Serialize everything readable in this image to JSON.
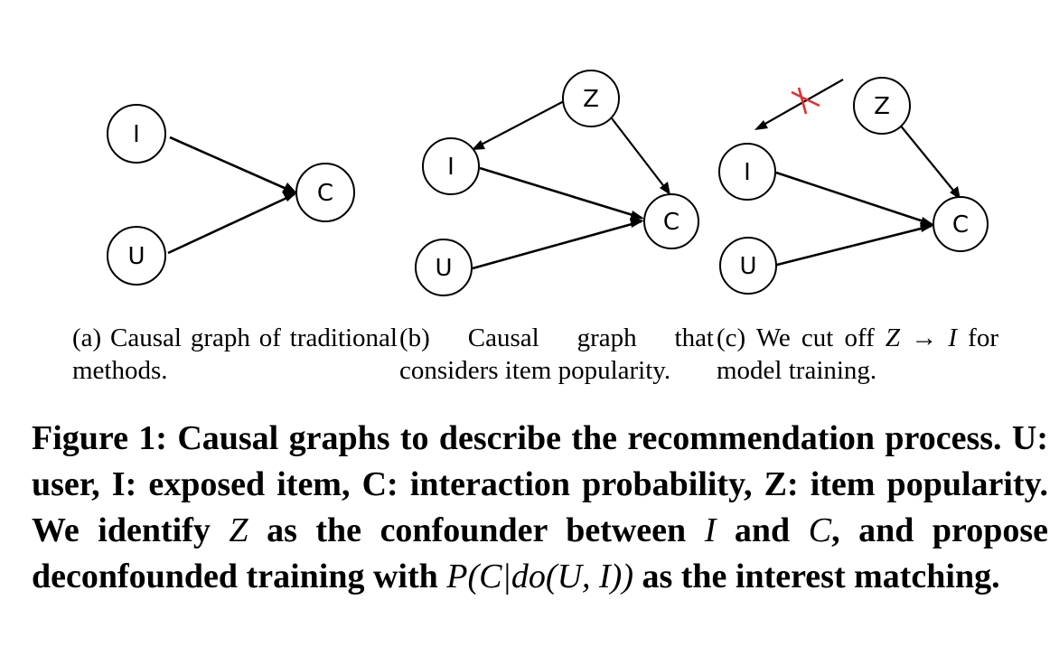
{
  "panels": [
    {
      "id": "a",
      "nodes": [
        {
          "id": "I",
          "label": "I"
        },
        {
          "id": "U",
          "label": "U"
        },
        {
          "id": "C",
          "label": "C"
        }
      ],
      "edges": [
        {
          "from": "I",
          "to": "C"
        },
        {
          "from": "U",
          "to": "C"
        }
      ],
      "caption": "(a) Causal graph of traditional methods."
    },
    {
      "id": "b",
      "nodes": [
        {
          "id": "Z",
          "label": "Z"
        },
        {
          "id": "I",
          "label": "I"
        },
        {
          "id": "U",
          "label": "U"
        },
        {
          "id": "C",
          "label": "C"
        }
      ],
      "edges": [
        {
          "from": "Z",
          "to": "I"
        },
        {
          "from": "Z",
          "to": "C"
        },
        {
          "from": "I",
          "to": "C"
        },
        {
          "from": "U",
          "to": "C"
        }
      ],
      "caption": "(b) Causal graph that considers item popularity."
    },
    {
      "id": "c",
      "nodes": [
        {
          "id": "Z",
          "label": "Z"
        },
        {
          "id": "I",
          "label": "I"
        },
        {
          "id": "U",
          "label": "U"
        },
        {
          "id": "C",
          "label": "C"
        }
      ],
      "edges": [
        {
          "from": "Z",
          "to": "C"
        },
        {
          "from": "I",
          "to": "C"
        },
        {
          "from": "U",
          "to": "C"
        },
        {
          "from": "Z",
          "to": "I",
          "cut": true
        }
      ],
      "caption_prefix": "(c) We cut off",
      "caption_math": "Z → I",
      "caption_suffix": "for model training.",
      "cut_mark_color": "#e03030"
    }
  ],
  "figure_caption": {
    "part1": "Figure 1: Causal graphs to describe the recommendation process. U: user, I: exposed item, C: interaction probability, Z: item popularity. We identify",
    "var_z": "Z",
    "part2": "as the confounder between",
    "var_i": "I",
    "part3": "and",
    "var_c": "C",
    "part4": ", and propose deconfounded training with",
    "formula": "P(C|do(U, I))",
    "part5": "as the interest matching."
  }
}
